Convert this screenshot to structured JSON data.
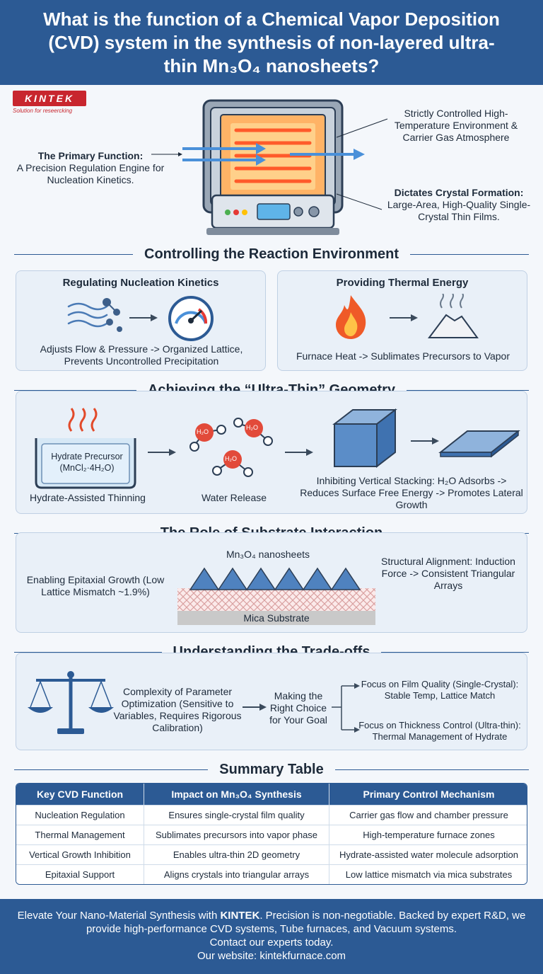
{
  "header": {
    "title": "What is the function of a Chemical Vapor Deposition (CVD) system in the synthesis of non-layered ultra-thin Mn₃O₄ nanosheets?"
  },
  "brand": {
    "logo_text": "KINTEK",
    "tagline": "Solution for reseercking"
  },
  "hero": {
    "primary_title": "The Primary Function:",
    "primary_text": "A Precision Regulation Engine for Nucleation Kinetics.",
    "env_text": "Strictly Controlled High-Temperature Environment & Carrier Gas Atmosphere",
    "crystal_title": "Dictates Crystal Formation:",
    "crystal_text": "Large-Area, High-Quality Single-Crystal Thin Films."
  },
  "sections": {
    "reaction": {
      "title": "Controlling the Reaction Environment",
      "left_title": "Regulating Nucleation Kinetics",
      "left_caption": "Adjusts Flow & Pressure -> Organized Lattice, Prevents Uncontrolled Precipitation",
      "right_title": "Providing Thermal Energy",
      "right_caption": "Furnace Heat -> Sublimates Precursors to Vapor"
    },
    "geometry": {
      "title": "Achieving the “Ultra-Thin” Geometry",
      "hydrate_label": "Hydrate Precursor",
      "hydrate_formula": "(MnCl₂·4H₂O)",
      "step1": "Hydrate-Assisted Thinning",
      "step2": "Water Release",
      "h2o": "H₂O",
      "step3": "Inhibiting Vertical Stacking: H₂O Adsorbs -> Reduces Surface Free Energy -> Promotes Lateral Growth"
    },
    "substrate": {
      "title": "The Role of Substrate Interaction",
      "left": "Enabling Epitaxial Growth (Low Lattice Mismatch ~1.9%)",
      "nanosheets": "Mn₃O₄ nanosheets",
      "mica": "Mica Substrate",
      "right": "Structural Alignment: Induction Force -> Consistent Triangular Arrays"
    },
    "tradeoffs": {
      "title": "Understanding the Trade-offs",
      "complexity": "Complexity of Parameter Optimization (Sensitive to Variables, Requires Rigorous Calibration)",
      "choice": "Making the Right Choice for Your Goal",
      "option1": "Focus on Film Quality (Single-Crystal): Stable Temp, Lattice Match",
      "option2": "Focus on Thickness Control (Ultra-thin): Thermal Management of Hydrate"
    },
    "summary": {
      "title": "Summary Table",
      "headers": [
        "Key CVD Function",
        "Impact on Mn₃O₄ Synthesis",
        "Primary Control Mechanism"
      ],
      "rows": [
        [
          "Nucleation Regulation",
          "Ensures single-crystal film quality",
          "Carrier gas flow and chamber pressure"
        ],
        [
          "Thermal Management",
          "Sublimates precursors into vapor phase",
          "High-temperature furnace zones"
        ],
        [
          "Vertical Growth Inhibition",
          "Enables ultra-thin 2D geometry",
          "Hydrate-assisted water molecule adsorption"
        ],
        [
          "Epitaxial Support",
          "Aligns crystals into triangular arrays",
          "Low lattice mismatch via mica substrates"
        ]
      ]
    }
  },
  "footer": {
    "line1_pre": "Elevate Your Nano-Material Synthesis with ",
    "line1_brand": "KINTEK",
    "line1_post": ". Precision is non-negotiable. Backed by expert R&D, we provide high-performance CVD systems, Tube furnaces, and Vacuum systems.",
    "line2": "Contact our experts today.",
    "line3": "Our website: kintekfurnace.com"
  },
  "colors": {
    "primary": "#2c5a94",
    "accent": "#c8262e",
    "panel": "#e9f0f8"
  }
}
